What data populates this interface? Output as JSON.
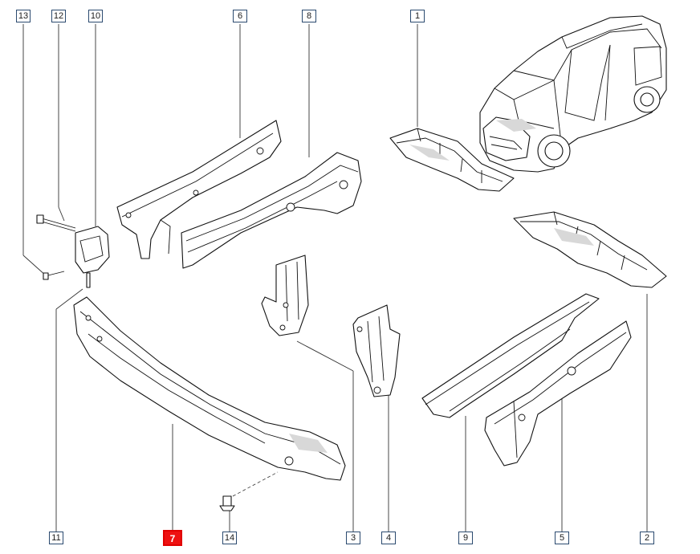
{
  "diagram": {
    "selected_part": "7",
    "callouts": [
      {
        "id": "13",
        "label": "13"
      },
      {
        "id": "12",
        "label": "12"
      },
      {
        "id": "10",
        "label": "10"
      },
      {
        "id": "6",
        "label": "6"
      },
      {
        "id": "8",
        "label": "8"
      },
      {
        "id": "1",
        "label": "1"
      },
      {
        "id": "11",
        "label": "11"
      },
      {
        "id": "7",
        "label": "7"
      },
      {
        "id": "14",
        "label": "14"
      },
      {
        "id": "3",
        "label": "3"
      },
      {
        "id": "4",
        "label": "4"
      },
      {
        "id": "9",
        "label": "9"
      },
      {
        "id": "5",
        "label": "5"
      },
      {
        "id": "2",
        "label": "2"
      }
    ],
    "colors": {
      "selected": "#ee1111",
      "callout_border": "#2b4a6f",
      "line": "#111111"
    }
  }
}
